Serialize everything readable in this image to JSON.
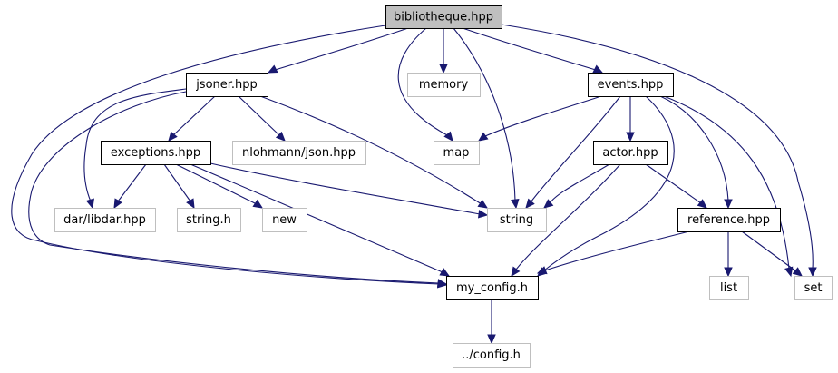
{
  "graph": {
    "edge_color": "#191970",
    "root_fill": "#bfbfbf",
    "nodes": [
      {
        "id": "bibliotheque",
        "label": "bibliotheque.hpp",
        "kind": "main"
      },
      {
        "id": "jsoner",
        "label": "jsoner.hpp",
        "kind": "doc"
      },
      {
        "id": "memory",
        "label": "memory",
        "kind": "ext"
      },
      {
        "id": "events",
        "label": "events.hpp",
        "kind": "doc"
      },
      {
        "id": "exceptions",
        "label": "exceptions.hpp",
        "kind": "doc"
      },
      {
        "id": "nlohmann",
        "label": "nlohmann/json.hpp",
        "kind": "ext"
      },
      {
        "id": "map",
        "label": "map",
        "kind": "ext"
      },
      {
        "id": "actor",
        "label": "actor.hpp",
        "kind": "doc"
      },
      {
        "id": "libdar",
        "label": "dar/libdar.hpp",
        "kind": "ext"
      },
      {
        "id": "stringh",
        "label": "string.h",
        "kind": "ext"
      },
      {
        "id": "new",
        "label": "new",
        "kind": "ext"
      },
      {
        "id": "string",
        "label": "string",
        "kind": "ext"
      },
      {
        "id": "reference",
        "label": "reference.hpp",
        "kind": "doc"
      },
      {
        "id": "myconfig",
        "label": "my_config.h",
        "kind": "doc"
      },
      {
        "id": "list",
        "label": "list",
        "kind": "ext"
      },
      {
        "id": "set",
        "label": "set",
        "kind": "ext"
      },
      {
        "id": "config",
        "label": "../config.h",
        "kind": "ext"
      }
    ],
    "edges": [
      {
        "from": "bibliotheque",
        "to": "jsoner"
      },
      {
        "from": "bibliotheque",
        "to": "memory"
      },
      {
        "from": "bibliotheque",
        "to": "events"
      },
      {
        "from": "bibliotheque",
        "to": "map"
      },
      {
        "from": "bibliotheque",
        "to": "string"
      },
      {
        "from": "bibliotheque",
        "to": "set"
      },
      {
        "from": "bibliotheque",
        "to": "myconfig"
      },
      {
        "from": "jsoner",
        "to": "exceptions"
      },
      {
        "from": "jsoner",
        "to": "nlohmann"
      },
      {
        "from": "jsoner",
        "to": "string"
      },
      {
        "from": "jsoner",
        "to": "libdar"
      },
      {
        "from": "jsoner",
        "to": "myconfig"
      },
      {
        "from": "exceptions",
        "to": "libdar"
      },
      {
        "from": "exceptions",
        "to": "stringh"
      },
      {
        "from": "exceptions",
        "to": "new"
      },
      {
        "from": "exceptions",
        "to": "string"
      },
      {
        "from": "exceptions",
        "to": "myconfig"
      },
      {
        "from": "events",
        "to": "map"
      },
      {
        "from": "events",
        "to": "string"
      },
      {
        "from": "events",
        "to": "actor"
      },
      {
        "from": "events",
        "to": "myconfig"
      },
      {
        "from": "events",
        "to": "reference"
      },
      {
        "from": "events",
        "to": "set"
      },
      {
        "from": "actor",
        "to": "string"
      },
      {
        "from": "actor",
        "to": "myconfig"
      },
      {
        "from": "actor",
        "to": "reference"
      },
      {
        "from": "reference",
        "to": "myconfig"
      },
      {
        "from": "reference",
        "to": "list"
      },
      {
        "from": "reference",
        "to": "set"
      },
      {
        "from": "myconfig",
        "to": "config"
      }
    ]
  }
}
